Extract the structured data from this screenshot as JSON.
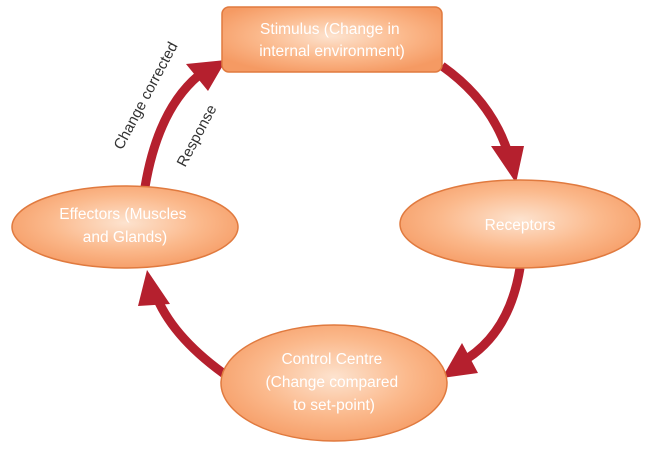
{
  "colors": {
    "node_fill_light": "#fde3cf",
    "node_fill_mid": "#fbb98c",
    "node_fill_dark": "#f59a63",
    "node_stroke": "#e07a3f",
    "arrow": "#b5202e",
    "label_text": "#ffffff",
    "edge_text": "#333333"
  },
  "nodes": {
    "stimulus": {
      "lines": [
        "Stimulus (Change in",
        "internal environment)"
      ]
    },
    "receptors": {
      "lines": [
        "Receptors"
      ]
    },
    "control_centre": {
      "lines": [
        "Control Centre",
        "(Change compared",
        "to set-point)"
      ]
    },
    "effectors": {
      "lines": [
        "Effectors (Muscles",
        "and Glands)"
      ]
    }
  },
  "edge_labels": {
    "change_corrected": "Change corrected",
    "response": "Response"
  }
}
